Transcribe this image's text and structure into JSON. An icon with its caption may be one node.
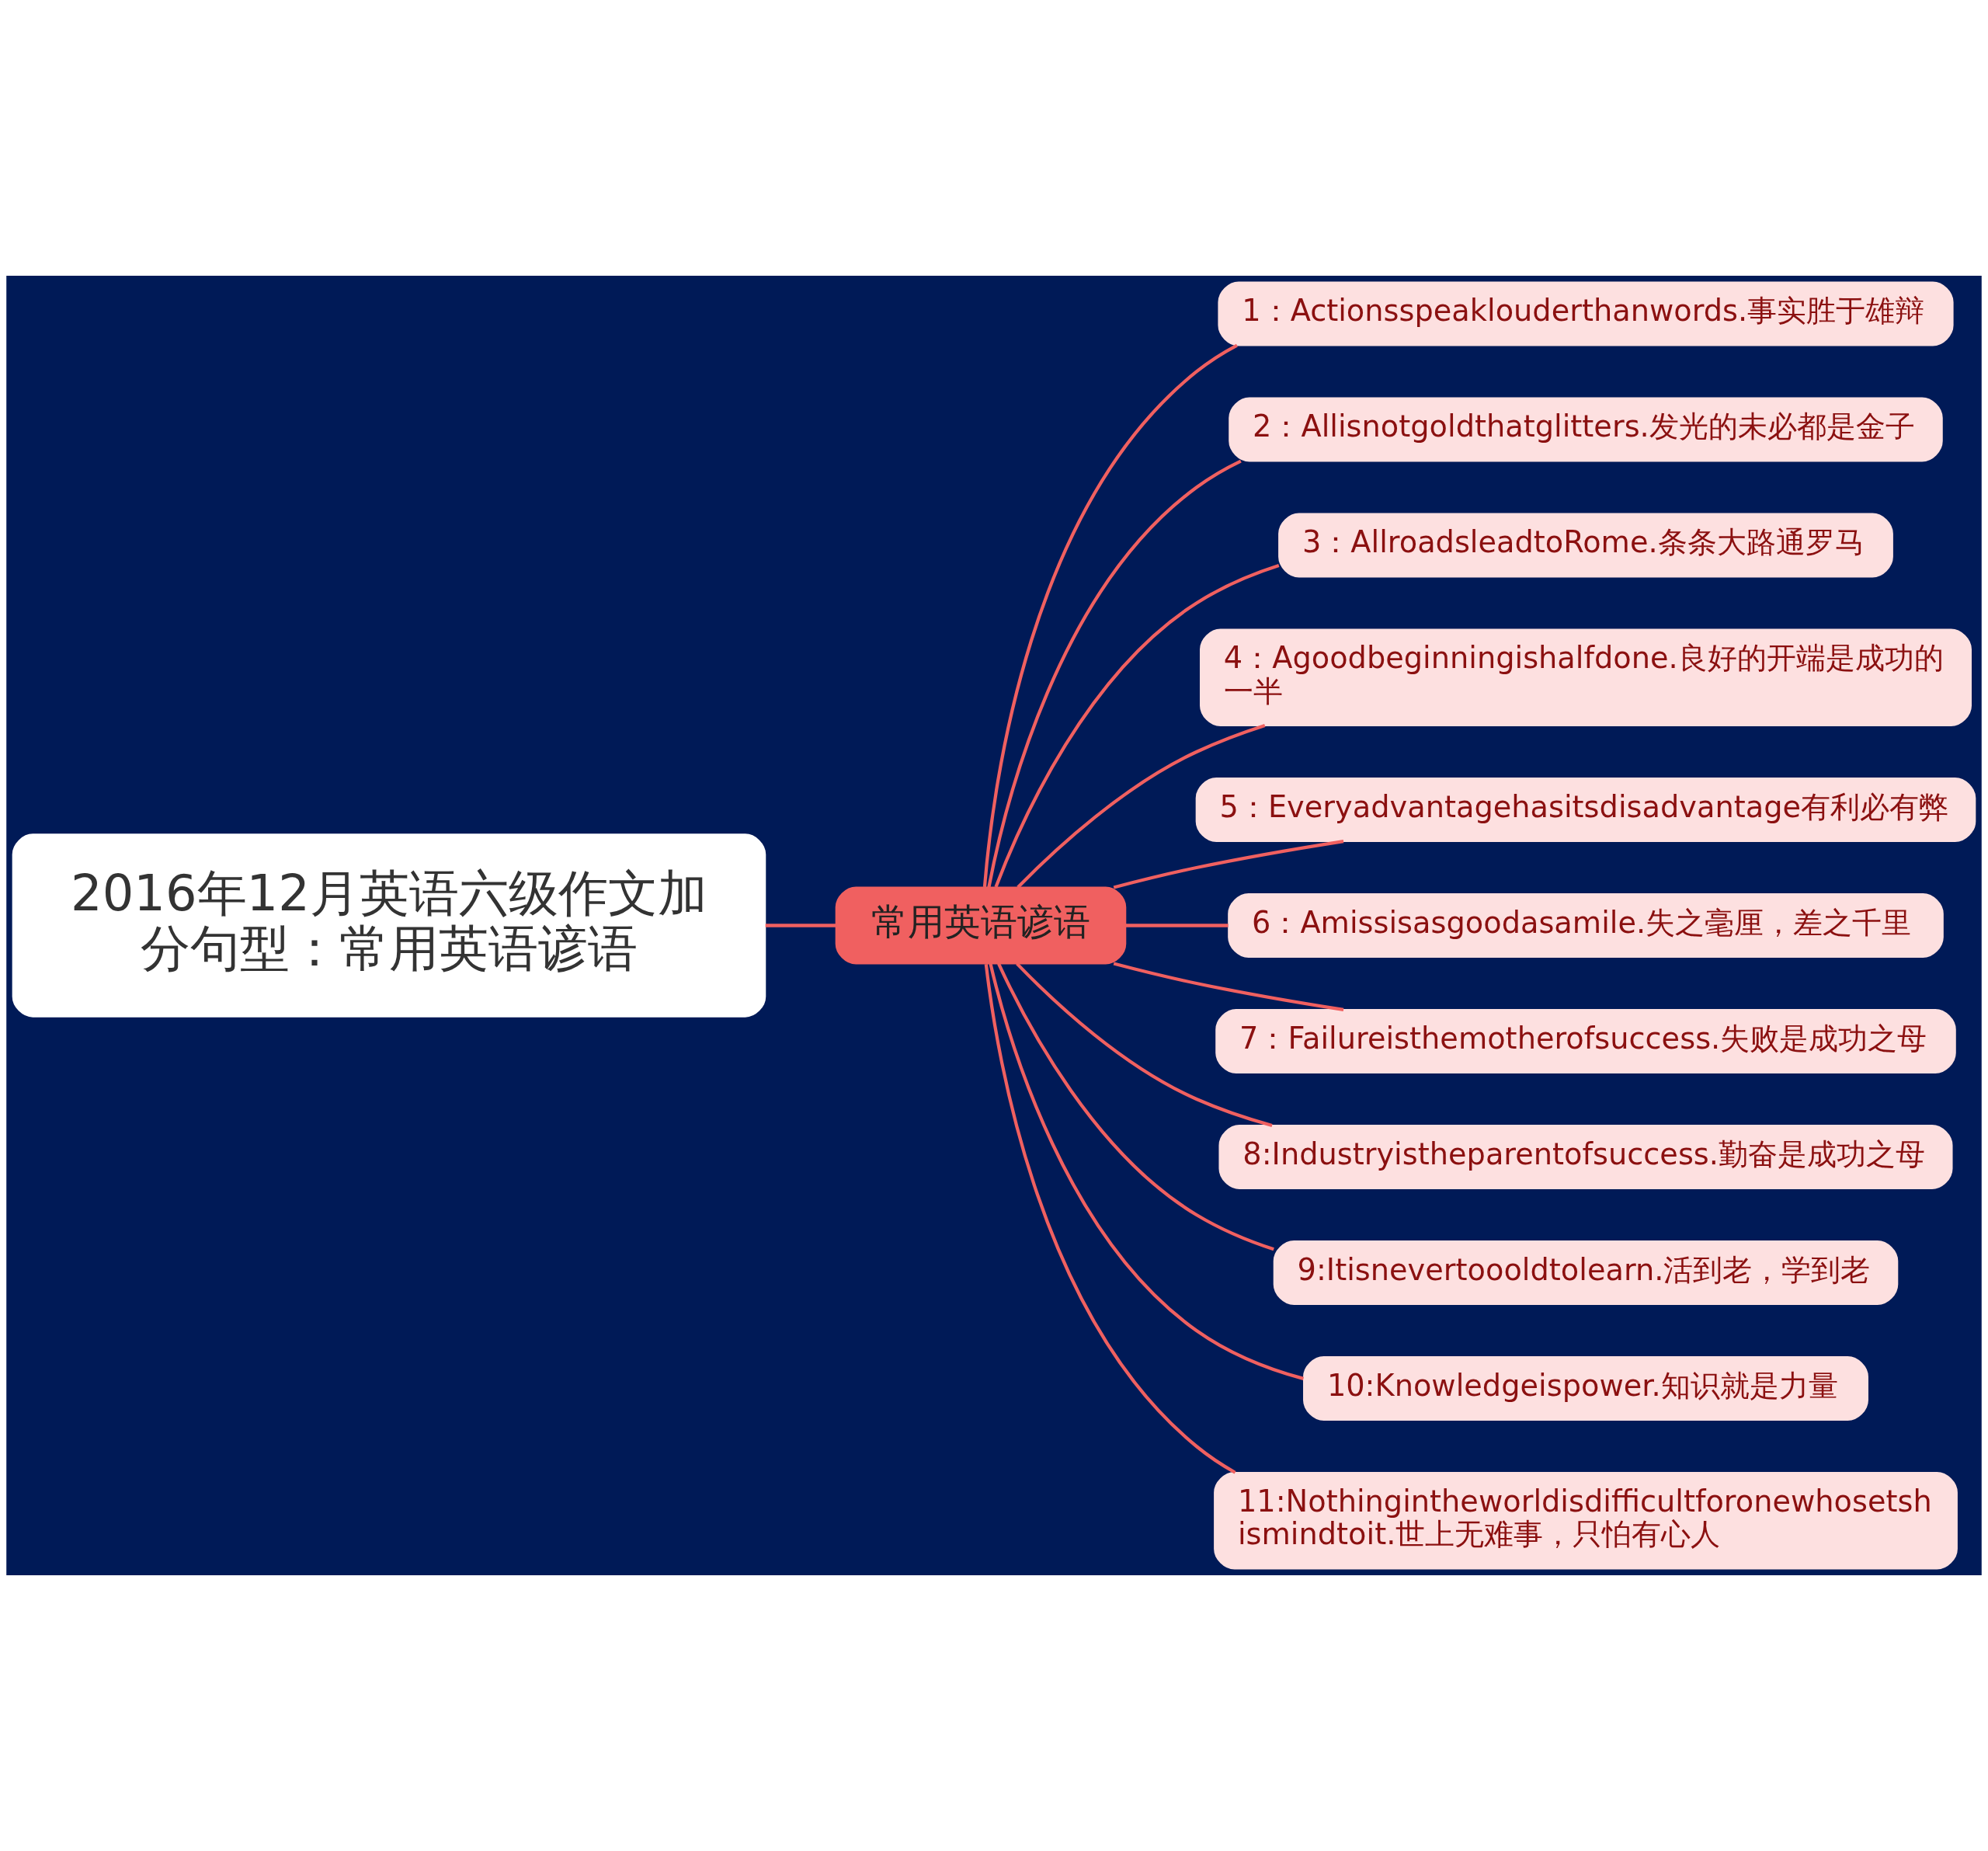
{
  "diagram": {
    "nodes": [
      {
        "text": [
          "2016年12月英语六级作文加分句型：常用英语谚语"
        ]
      },
      {
        "text": [
          "常用英语谚语"
        ]
      },
      {
        "text": [
          "1：Actionsspeaklouderthanwords.事实胜于雄辩"
        ]
      },
      {
        "text": [
          "2：Allisnotgoldthatglitters.发光的未必都是金子"
        ]
      },
      {
        "text": [
          "3：AllroadsleadtoRome.条条大路通罗马"
        ]
      },
      {
        "text": [
          "4：Agoodbeginningishalfdone.良好的开端是成功的一半"
        ]
      },
      {
        "text": [
          "5：Everyadvantagehasitsdisadvantage有利必有弊"
        ]
      },
      {
        "text": [
          "6：Amissisasgoodasamile.失之毫厘，差之千里"
        ]
      },
      {
        "text": [
          "7：Failureisthemotherofsuccess.失败是成功之母"
        ]
      },
      {
        "text": [
          "8:Industryistheparentofsuccess.勤奋是成功之母"
        ]
      },
      {
        "text": [
          "9:Itisnevertoooldtolearn.活到老，学到老"
        ]
      },
      {
        "text": [
          "10:Knowledgeispower.知识就是力量"
        ]
      },
      {
        "text": [
          "11:Nothingintheworldisdifficultforonewhosetshismindtoit.世上无难事，只怕有心人"
        ]
      }
    ],
    "edges": [
      {
        "from": 0,
        "to": 1,
        "arrow": "none"
      },
      {
        "from": 1,
        "to": 2,
        "arrow": "none"
      },
      {
        "from": 1,
        "to": 3,
        "arrow": "none"
      },
      {
        "from": 1,
        "to": 4,
        "arrow": "none"
      },
      {
        "from": 1,
        "to": 5,
        "arrow": "none"
      },
      {
        "from": 1,
        "to": 6,
        "arrow": "none"
      },
      {
        "from": 1,
        "to": 7,
        "arrow": "none"
      },
      {
        "from": 1,
        "to": 8,
        "arrow": "none"
      },
      {
        "from": 1,
        "to": 9,
        "arrow": "none"
      },
      {
        "from": 1,
        "to": 10,
        "arrow": "none"
      },
      {
        "from": 1,
        "to": 11,
        "arrow": "none"
      },
      {
        "from": 1,
        "to": 12,
        "arrow": "none"
      }
    ]
  }
}
